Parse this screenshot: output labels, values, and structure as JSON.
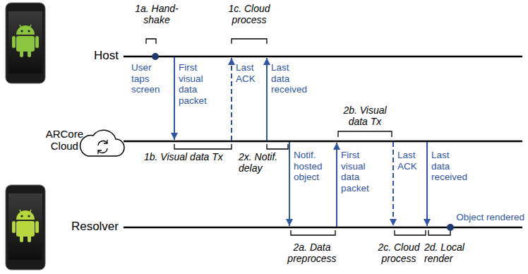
{
  "diagram": {
    "labels": [
      "1a. Hand-shake",
      "1c. Cloud process",
      "Host",
      "User taps screen",
      "First visual data packet",
      "Last ACK",
      "Last data received",
      "2b. Visual data Tx",
      "ARCore Cloud",
      "1b. Visual data Tx",
      "2x. Notif. delay",
      "Notif. hosted object",
      "First visual data packet",
      "Last ACK",
      "Last data received",
      "Object rendered",
      "Resolver",
      "2a. Data preprocess",
      "2c. Cloud process",
      "2d. Local render"
    ]
  }
}
